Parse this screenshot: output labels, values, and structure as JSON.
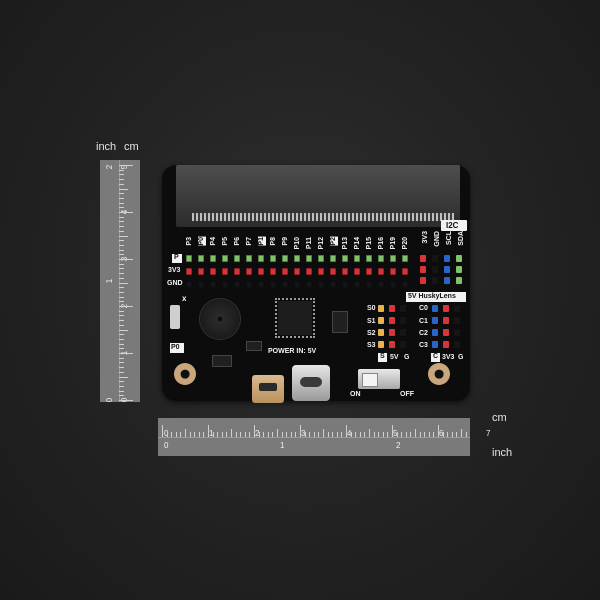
{
  "units": {
    "inch": "inch",
    "cm": "cm"
  },
  "vertical_ruler": {
    "cm_numbers": [
      "0",
      "1",
      "2",
      "3",
      "4",
      "5"
    ],
    "inch_numbers": [
      "0",
      "1",
      "2"
    ]
  },
  "horizontal_ruler": {
    "cm_numbers": [
      "0",
      "1",
      "2",
      "3",
      "4",
      "5",
      "6",
      "7"
    ],
    "inch_numbers": [
      "0",
      "1",
      "2"
    ]
  },
  "board": {
    "top_pin_labels": [
      "P3",
      "P0",
      "P4",
      "P5",
      "P6",
      "P7",
      "P1",
      "P8",
      "P9",
      "P10",
      "P11",
      "P12",
      "P2",
      "P13",
      "P14",
      "P15",
      "P16",
      "P19",
      "P20"
    ],
    "row_labels": [
      "P",
      "3V3",
      "GND"
    ],
    "i2c_label": "I2C",
    "i2c_pins": [
      "3V3",
      "GND",
      "SCL",
      "SDA"
    ],
    "huskylens_label": "5V HuskyLens",
    "servo_labels": [
      "S0",
      "S1",
      "S2",
      "S3"
    ],
    "servo_footer": [
      "S",
      "5V",
      "G"
    ],
    "c_labels": [
      "C0",
      "C1",
      "C2",
      "C3"
    ],
    "c_footer": [
      "C",
      "3V3",
      "G"
    ],
    "p0_label": "P0",
    "power_in_label": "POWER IN: 5V",
    "on_label": "ON",
    "off_label": "OFF",
    "x_mark": "x"
  },
  "colors": {
    "signal_row": "#7fc26a",
    "power_row": "#d8343a",
    "ground_row": "#151515",
    "servo_signal": "#e9b24a",
    "i2c_blue": "#2a63c9"
  }
}
